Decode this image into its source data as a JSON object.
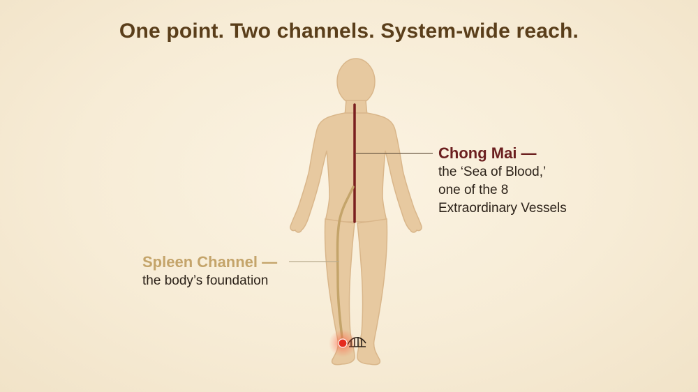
{
  "title": "One point. Two channels. System-wide reach.",
  "labels": {
    "chong_mai": {
      "heading": "Chong Mai —",
      "lines": [
        "the ‘Sea of Blood,’",
        "one of the 8",
        "Extraordinary Vessels"
      ]
    },
    "spleen_channel": {
      "heading": "Spleen Channel —",
      "lines": [
        "the body’s foundation"
      ]
    }
  },
  "colors": {
    "background": "#f7ecd6",
    "title": "#5a3e1a",
    "body_fill": "#e7c9a0",
    "body_stroke": "#d9b68a",
    "chong_mai_line": "#7a1f1f",
    "spleen_line": "#c4a46a",
    "acupoint": "#e52a1e"
  }
}
